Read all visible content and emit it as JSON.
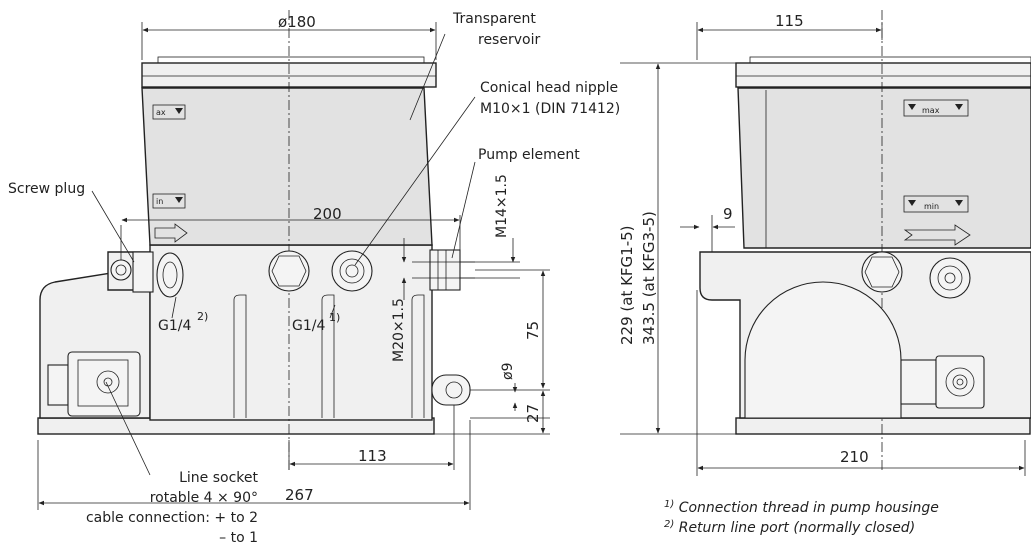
{
  "left_view": {
    "labels": {
      "transparent_reservoir_1": "Transparent",
      "transparent_reservoir_2": "reservoir",
      "conical_nipple_1": "Conical head nipple",
      "conical_nipple_2": "M10×1 (DIN 71412)",
      "pump_element": "Pump element",
      "screw_plug": "Screw plug",
      "line_socket_1": "Line socket",
      "line_socket_2": "rotable 4 × 90°",
      "line_socket_3": "cable connection: + to 2",
      "line_socket_4": "– to 1",
      "port_g14_a": "G1/4",
      "port_g14_a_sup": "2)",
      "port_g14_b": "G1/4",
      "port_g14_b_sup": "1)",
      "max_mark": "ax",
      "min_mark": "in"
    },
    "dimensions": {
      "diameter": "ø180",
      "width_200": "200",
      "m14": "M14×1.5",
      "m20": "M20×1.5",
      "d75": "75",
      "phi9": "ø9",
      "d27": "27",
      "d113": "113",
      "d267": "267"
    }
  },
  "right_view": {
    "labels": {
      "max_mark": "max",
      "min_mark": "min"
    },
    "dimensions": {
      "d115": "115",
      "d9": "9",
      "h229": "229 (at KFG1-5)",
      "h343": "343.5 (at KFG3-5)",
      "d210": "210"
    }
  },
  "footnotes": {
    "fn1_mark": "1)",
    "fn1_text": " Connection thread in pump housinge",
    "fn2_mark": "2)",
    "fn2_text": " Return line port (normally closed)"
  }
}
